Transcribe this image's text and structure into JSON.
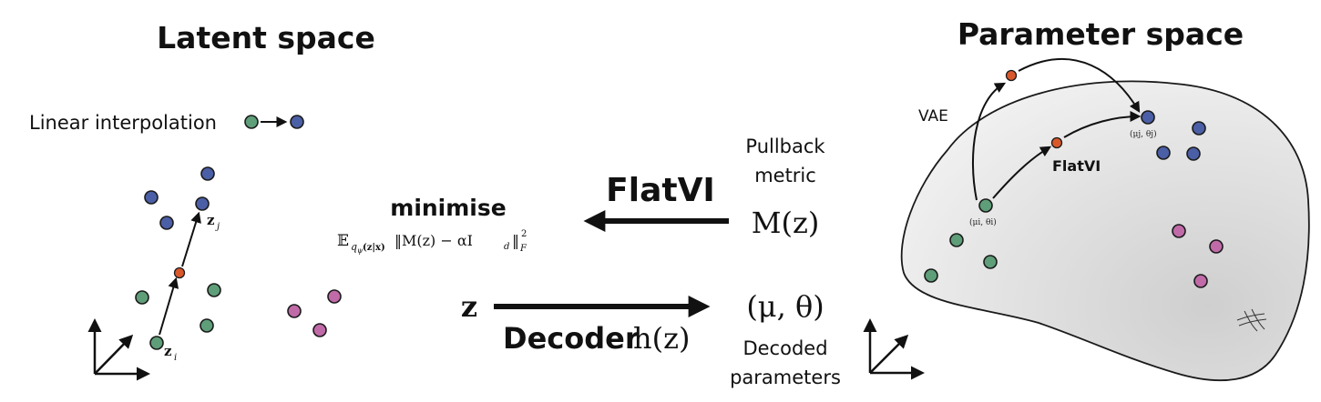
{
  "titles": {
    "latent": "Latent space",
    "parameter": "Parameter space"
  },
  "legend": {
    "linear_interpolation": "Linear interpolation"
  },
  "latent": {
    "zi_label": "z",
    "zi_sub": "i",
    "zj_label": "z",
    "zj_sub": "j"
  },
  "middle": {
    "minimise": "minimise",
    "objective_prefix": "𝔼",
    "objective_sub": "q",
    "objective_sub2": "ψ",
    "objective_cond": "(z|x)",
    "objective_body": "‖M(z) − αI",
    "objective_d": "d",
    "objective_close": "‖",
    "objective_F": "F",
    "objective_2": "2",
    "flatvi": "FlatVI",
    "pullback_line1": "Pullback",
    "pullback_line2": "metric",
    "metric_symbol": "M(z)",
    "z_symbol": "z",
    "decoder_word": "Decoder",
    "decoder_func": "h(z)",
    "mu_theta": "(μ, θ)",
    "decoded_line1": "Decoded",
    "decoded_line2": "parameters"
  },
  "parameter": {
    "vae_label": "VAE",
    "flatvi_label": "FlatVI",
    "mu_i_label": "(μi, θi)",
    "mu_j_label": "(μj, θj)"
  },
  "colors": {
    "green": "#5e9e78",
    "blue": "#4b5fa6",
    "pink": "#c06aa8",
    "orange": "#d9582b",
    "manifold_fill": "#e6e6e6",
    "stroke": "#1a1a1a"
  }
}
